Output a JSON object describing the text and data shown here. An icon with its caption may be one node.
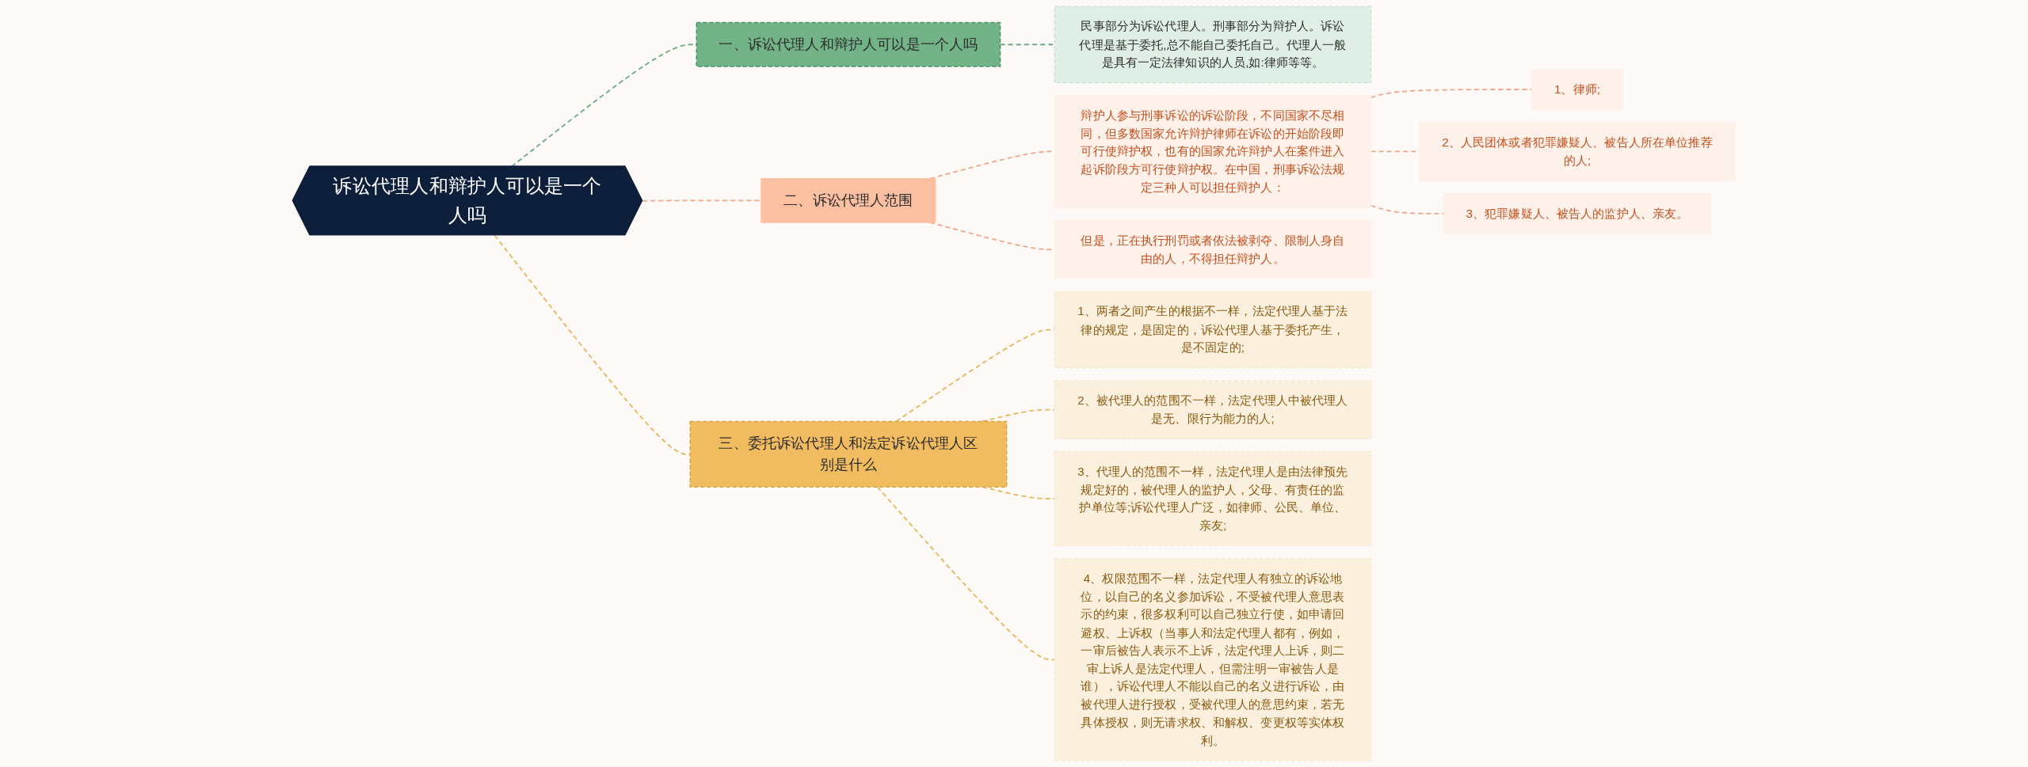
{
  "diagram": {
    "nodes": [
      {
        "text": [
          "诉讼代理人和辩护人可以是一个人吗"
        ]
      },
      {
        "text": [
          "一、诉讼代理人和辩护人可以是一个人吗"
        ]
      },
      {
        "text": [
          "民事部分为诉讼代理人。刑事部分为辩护人。诉讼代理是基于委托,总不能自己委托自己。代理人一般是具有一定法律知识的人员,如:律师等等。"
        ]
      },
      {
        "text": [
          "二、诉讼代理人范围"
        ]
      },
      {
        "text": [
          "辩护人参与刑事诉讼的诉讼阶段，不同国家不尽相同，但多数国家允许辩护律师在诉讼的开始阶段即可行使辩护权，也有的国家允许辩护人在案件进入起诉阶段方可行使辩护权。在中国，刑事诉讼法规定三种人可以担任辩护人："
        ]
      },
      {
        "text": [
          "1、律师;"
        ]
      },
      {
        "text": [
          "2、人民团体或者犯罪嫌疑人、被告人所在单位推荐的人;"
        ]
      },
      {
        "text": [
          "3、犯罪嫌疑人、被告人的监护人、亲友。"
        ]
      },
      {
        "text": [
          "但是，正在执行刑罚或者依法被剥夺、限制人身自由的人，不得担任辩护人。"
        ]
      },
      {
        "text": [
          "三、委托诉讼代理人和法定诉讼代理人区别是什么"
        ]
      },
      {
        "text": [
          "1、两者之间产生的根据不一样，法定代理人基于法律的规定，是固定的，诉讼代理人基于委托产生，是不固定的;"
        ]
      },
      {
        "text": [
          "2、被代理人的范围不一样，法定代理人中被代理人是无、限行为能力的人;"
        ]
      },
      {
        "text": [
          "3、代理人的范围不一样，法定代理人是由法律预先规定好的，被代理人的监护人，父母、有责任的监护单位等;诉讼代理人广泛，如律师、公民、单位、亲友;"
        ]
      },
      {
        "text": [
          "4、权限范围不一样，法定代理人有独立的诉讼地位，以自己的名义参加诉讼，不受被代理人意思表示的约束，很多权利可以自己独立行使，如申请回避权、上诉权（当事人和法定代理人都有，例如，一审后被告人表示不上诉，法定代理人上诉，则二审上诉人是法定代理人，但需注明一审被告人是谁），诉讼代理人不能以自己的名义进行诉讼，由被代理人进行授权，受被代理人的意思约束，若无具体授权，则无请求权、和解权、变更权等实体权利。"
        ]
      }
    ],
    "edges": [
      {
        "from": 0,
        "to": 1,
        "arrow": "none",
        "style": "dashed",
        "color": "#6aab80"
      },
      {
        "from": 1,
        "to": 2,
        "arrow": "none",
        "style": "dashed",
        "color": "#6aab80"
      },
      {
        "from": 0,
        "to": 3,
        "arrow": "none",
        "style": "dashed"
      },
      {
        "from": 3,
        "to": 4,
        "arrow": "none",
        "style": "dashed"
      },
      {
        "from": 4,
        "to": 5,
        "arrow": "none",
        "style": "dashed"
      },
      {
        "from": 4,
        "to": 6,
        "arrow": "none",
        "style": "dashed"
      },
      {
        "from": 4,
        "to": 7,
        "arrow": "none",
        "style": "dashed"
      },
      {
        "from": 3,
        "to": 8,
        "arrow": "none",
        "style": "dashed"
      },
      {
        "from": 0,
        "to": 9,
        "arrow": "none",
        "style": "dashed",
        "color": "#e8b65a"
      },
      {
        "from": 9,
        "to": 10,
        "arrow": "none",
        "style": "dashed",
        "color": "#e8b65a"
      },
      {
        "from": 9,
        "to": 11,
        "arrow": "none",
        "style": "dashed",
        "color": "#e8b65a"
      },
      {
        "from": 9,
        "to": 12,
        "arrow": "none",
        "style": "dashed",
        "color": "#e8b65a"
      },
      {
        "from": 9,
        "to": 13,
        "arrow": "none",
        "style": "dashed",
        "color": "#e8b65a"
      }
    ]
  }
}
